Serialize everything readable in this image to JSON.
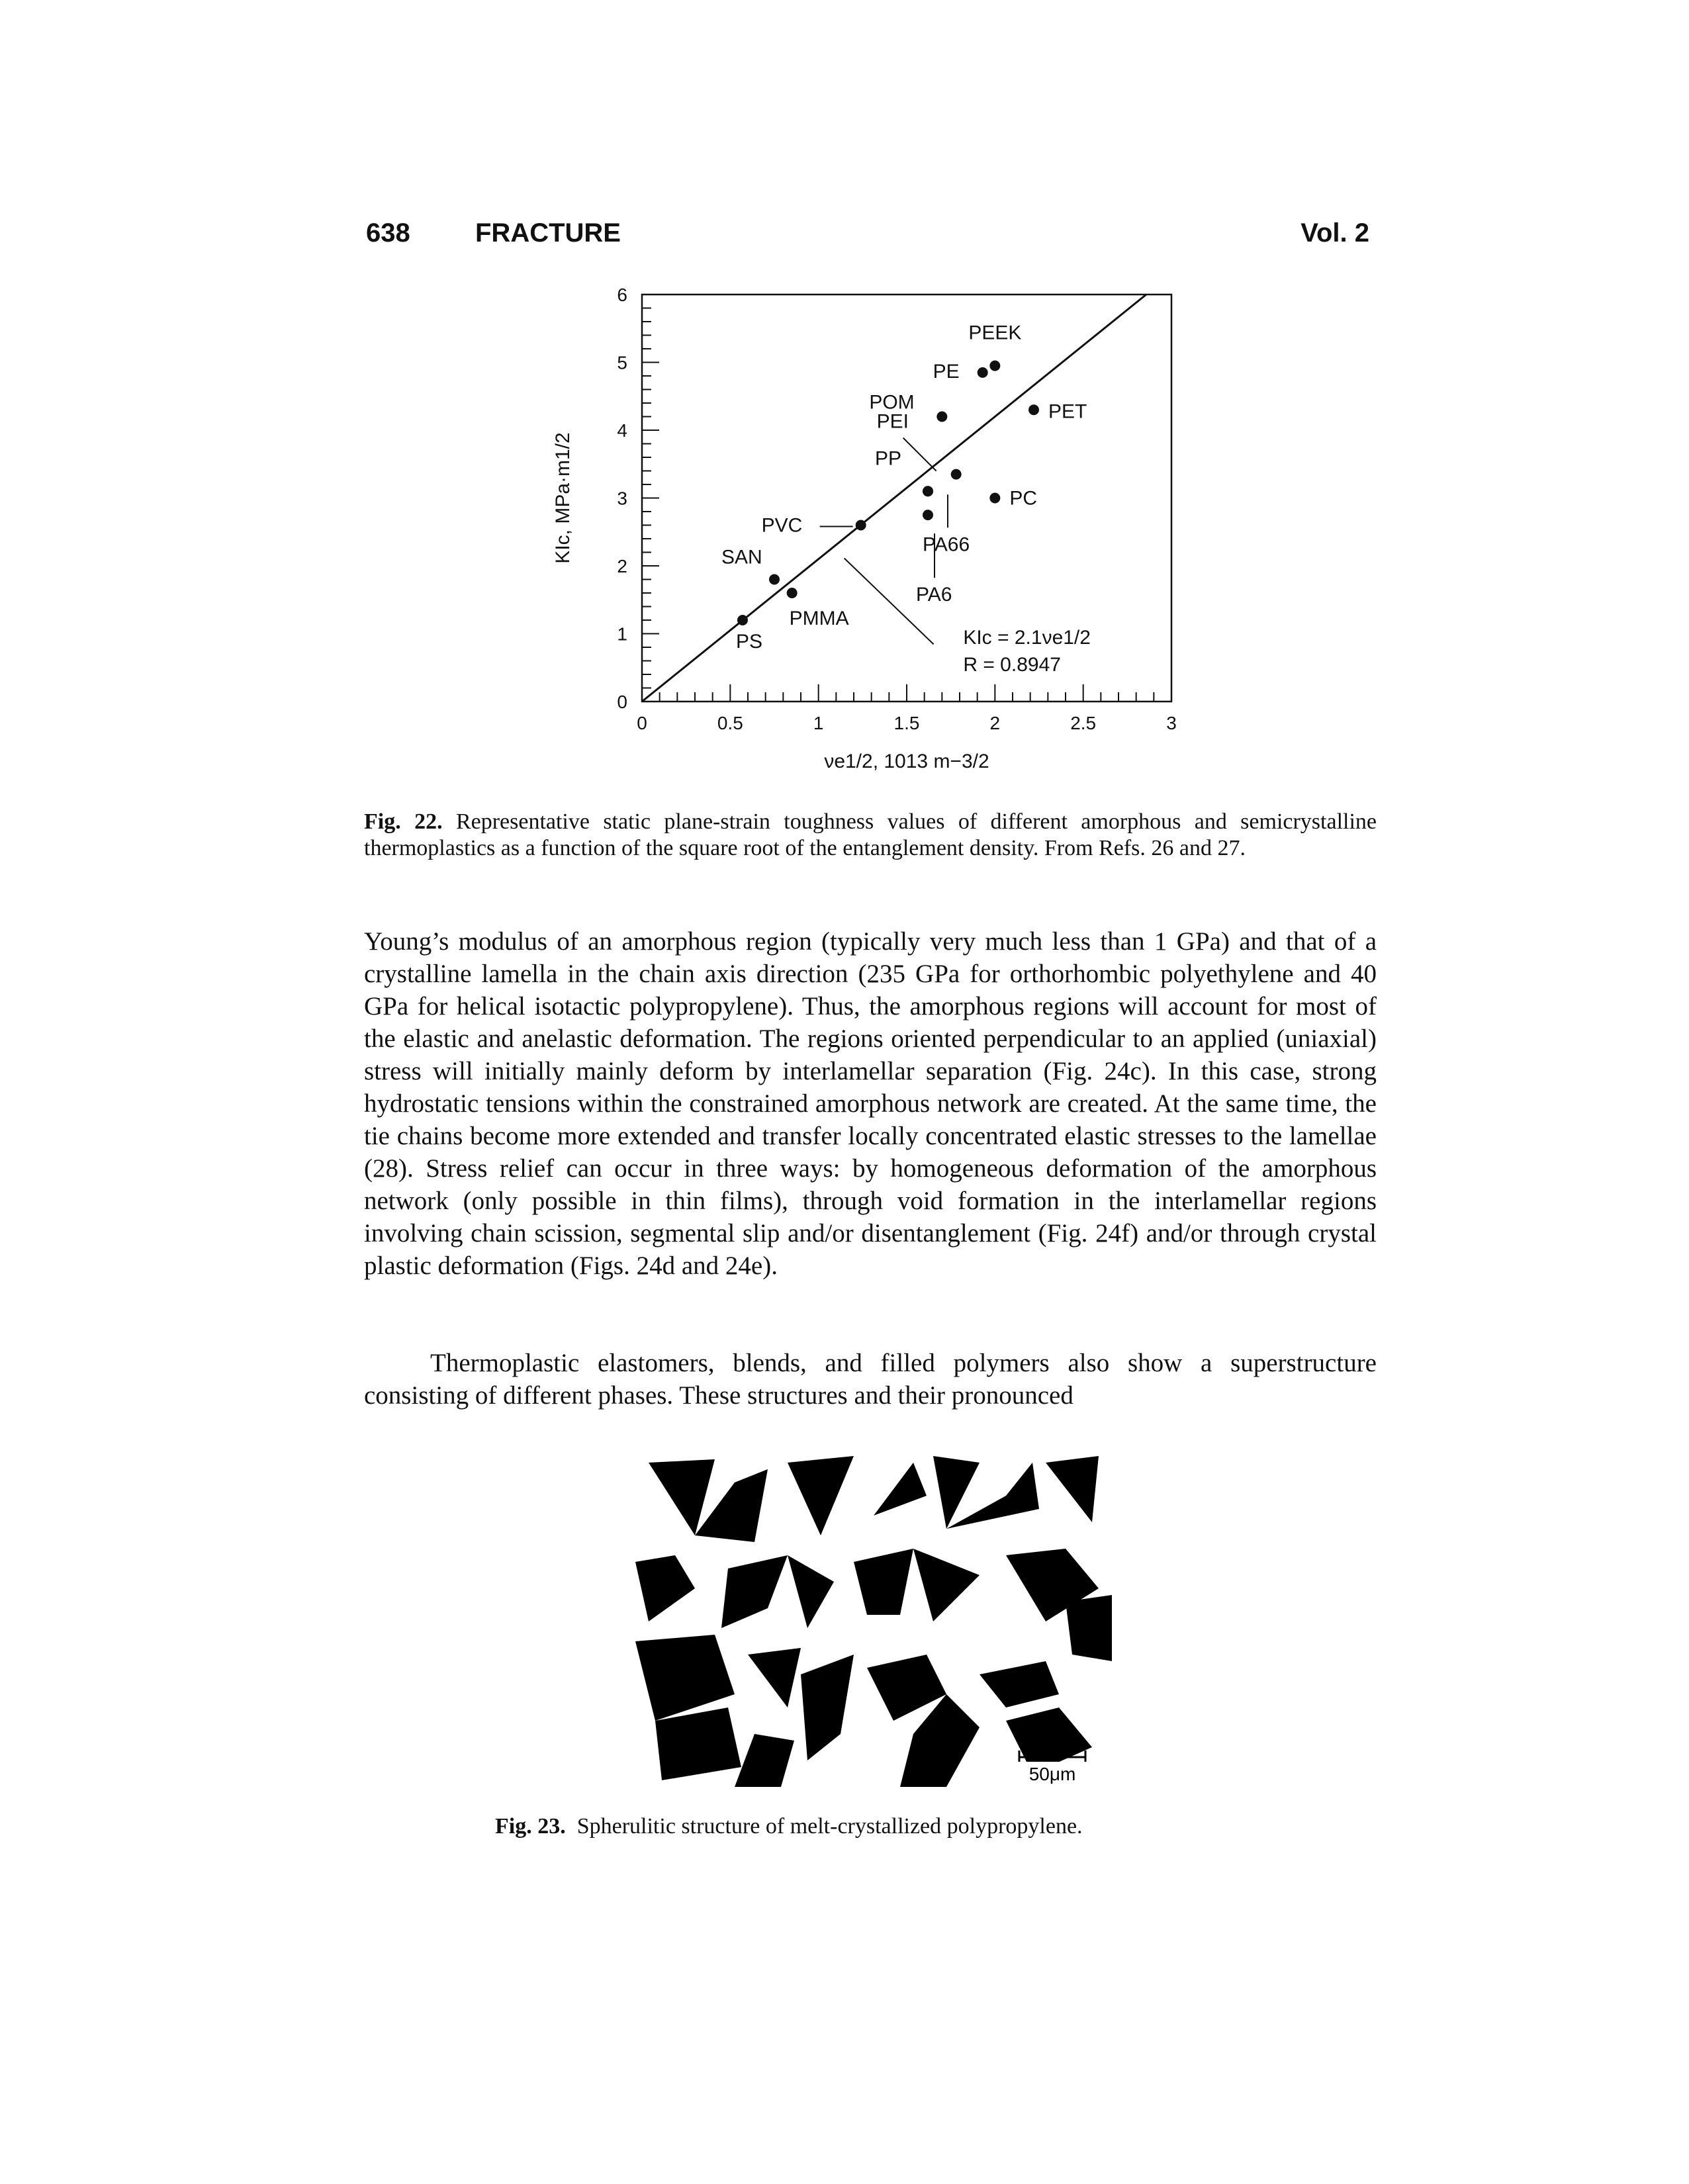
{
  "header": {
    "page_number": "638",
    "section_title": "FRACTURE",
    "volume": "Vol. 2"
  },
  "figure22": {
    "caption_label": "Fig. 22.",
    "caption_text": "Representative static plane-strain toughness values of different amorphous and semicrystalline thermoplastics as a function of the square root of the entanglement density. From Refs. 26 and 27."
  },
  "chart_data": {
    "type": "scatter",
    "xlabel": "νe1/2, 1013 m−3/2",
    "ylabel": "KIc, MPa·m1/2",
    "xlim": [
      0,
      3
    ],
    "ylim": [
      0,
      6
    ],
    "x_ticks": [
      "0",
      "0.5",
      "1",
      "1.5",
      "2",
      "2.5",
      "3"
    ],
    "y_ticks": [
      "0",
      "1",
      "2",
      "3",
      "4",
      "5",
      "6"
    ],
    "points": [
      {
        "label": "PS",
        "x": 0.57,
        "y": 1.2
      },
      {
        "label": "SAN",
        "x": 0.75,
        "y": 1.8
      },
      {
        "label": "PMMA",
        "x": 0.85,
        "y": 1.6
      },
      {
        "label": "PVC",
        "x": 1.24,
        "y": 2.6
      },
      {
        "label": "PP",
        "x": 1.62,
        "y": 3.1
      },
      {
        "label": "PA6",
        "x": 1.62,
        "y": 2.75
      },
      {
        "label": "PEI",
        "x": 1.78,
        "y": 3.35
      },
      {
        "label": "PC",
        "x": 2.0,
        "y": 3.0
      },
      {
        "label": "PA66",
        "x": 1.62,
        "y": 3.1
      },
      {
        "label": "POM",
        "x": 1.7,
        "y": 4.2
      },
      {
        "label": "PE",
        "x": 1.93,
        "y": 4.85
      },
      {
        "label": "PEEK",
        "x": 2.0,
        "y": 4.95
      },
      {
        "label": "PET",
        "x": 2.22,
        "y": 4.3
      }
    ],
    "fit": {
      "equation": "KIc = 2.1νe1/2",
      "r": "R = 0.8947",
      "slope": 2.1
    },
    "grid": false
  },
  "paragraphs": [
    "Young’s modulus of an amorphous region (typically very much less than 1 GPa) and that of a crystalline lamella in the chain axis direction (235 GPa for orthorhombic polyethylene and 40 GPa for helical isotactic polypropylene). Thus, the amorphous regions will account for most of the elastic and anelastic deformation. The regions oriented perpendicular to an applied (uniaxial) stress will initially mainly deform by interlamellar separation (Fig. 24c). In this case, strong hydrostatic tensions within the constrained amorphous network are created. At the same time, the tie chains become more extended and transfer locally concentrated elastic stresses to the lamellae (28). Stress relief can occur in three ways: by homogeneous deformation of the amorphous network (only possible in thin films), through void formation in the interlamellar regions involving chain scission, segmental slip and/or disentanglement (Fig. 24f) and/or through crystal plastic deformation (Figs. 24d and 24e).",
    "Thermoplastic elastomers, blends, and filled polymers also show a superstructure consisting of different phases. These structures and their pronounced"
  ],
  "figure23": {
    "scale_bar": "50μm",
    "caption_label": "Fig. 23.",
    "caption_text": "Spherulitic structure of melt-crystallized polypropylene."
  }
}
